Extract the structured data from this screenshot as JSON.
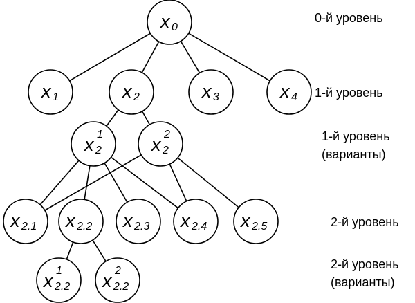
{
  "nodes": {
    "x0": {
      "base": "x",
      "sub": "0",
      "sup": ""
    },
    "x1": {
      "base": "x",
      "sub": "1",
      "sup": ""
    },
    "x2": {
      "base": "x",
      "sub": "2",
      "sup": ""
    },
    "x3": {
      "base": "x",
      "sub": "3",
      "sup": ""
    },
    "x4": {
      "base": "x",
      "sub": "4",
      "sup": ""
    },
    "x2v1": {
      "base": "x",
      "sub": "2",
      "sup": "1"
    },
    "x2v2": {
      "base": "x",
      "sub": "2",
      "sup": "2"
    },
    "x21": {
      "base": "x",
      "sub": "2.1",
      "sup": ""
    },
    "x22": {
      "base": "x",
      "sub": "2.2",
      "sup": ""
    },
    "x23": {
      "base": "x",
      "sub": "2.3",
      "sup": ""
    },
    "x24": {
      "base": "x",
      "sub": "2.4",
      "sup": ""
    },
    "x25": {
      "base": "x",
      "sub": "2.5",
      "sup": ""
    },
    "x22v1": {
      "base": "x",
      "sub": "2.2",
      "sup": "1"
    },
    "x22v2": {
      "base": "x",
      "sub": "2.2",
      "sup": "2"
    }
  },
  "edges": [
    [
      "x0",
      "x1"
    ],
    [
      "x0",
      "x2"
    ],
    [
      "x0",
      "x3"
    ],
    [
      "x0",
      "x4"
    ],
    [
      "x2",
      "x2v1"
    ],
    [
      "x2",
      "x2v2"
    ],
    [
      "x2v1",
      "x21"
    ],
    [
      "x2v1",
      "x22"
    ],
    [
      "x2v1",
      "x23"
    ],
    [
      "x2v1",
      "x24"
    ],
    [
      "x2v2",
      "x21"
    ],
    [
      "x2v2",
      "x24"
    ],
    [
      "x2v2",
      "x25"
    ],
    [
      "x22",
      "x22v1"
    ],
    [
      "x22",
      "x22v2"
    ]
  ],
  "level_labels": {
    "level0": [
      "0-й уровень"
    ],
    "level1": [
      "1-й уровень"
    ],
    "level1_variants": [
      "1-й уровень",
      "(варианты)"
    ],
    "level2": [
      "2-й уровень"
    ],
    "level2_variants": [
      "2-й уровень",
      "(варианты)"
    ]
  }
}
